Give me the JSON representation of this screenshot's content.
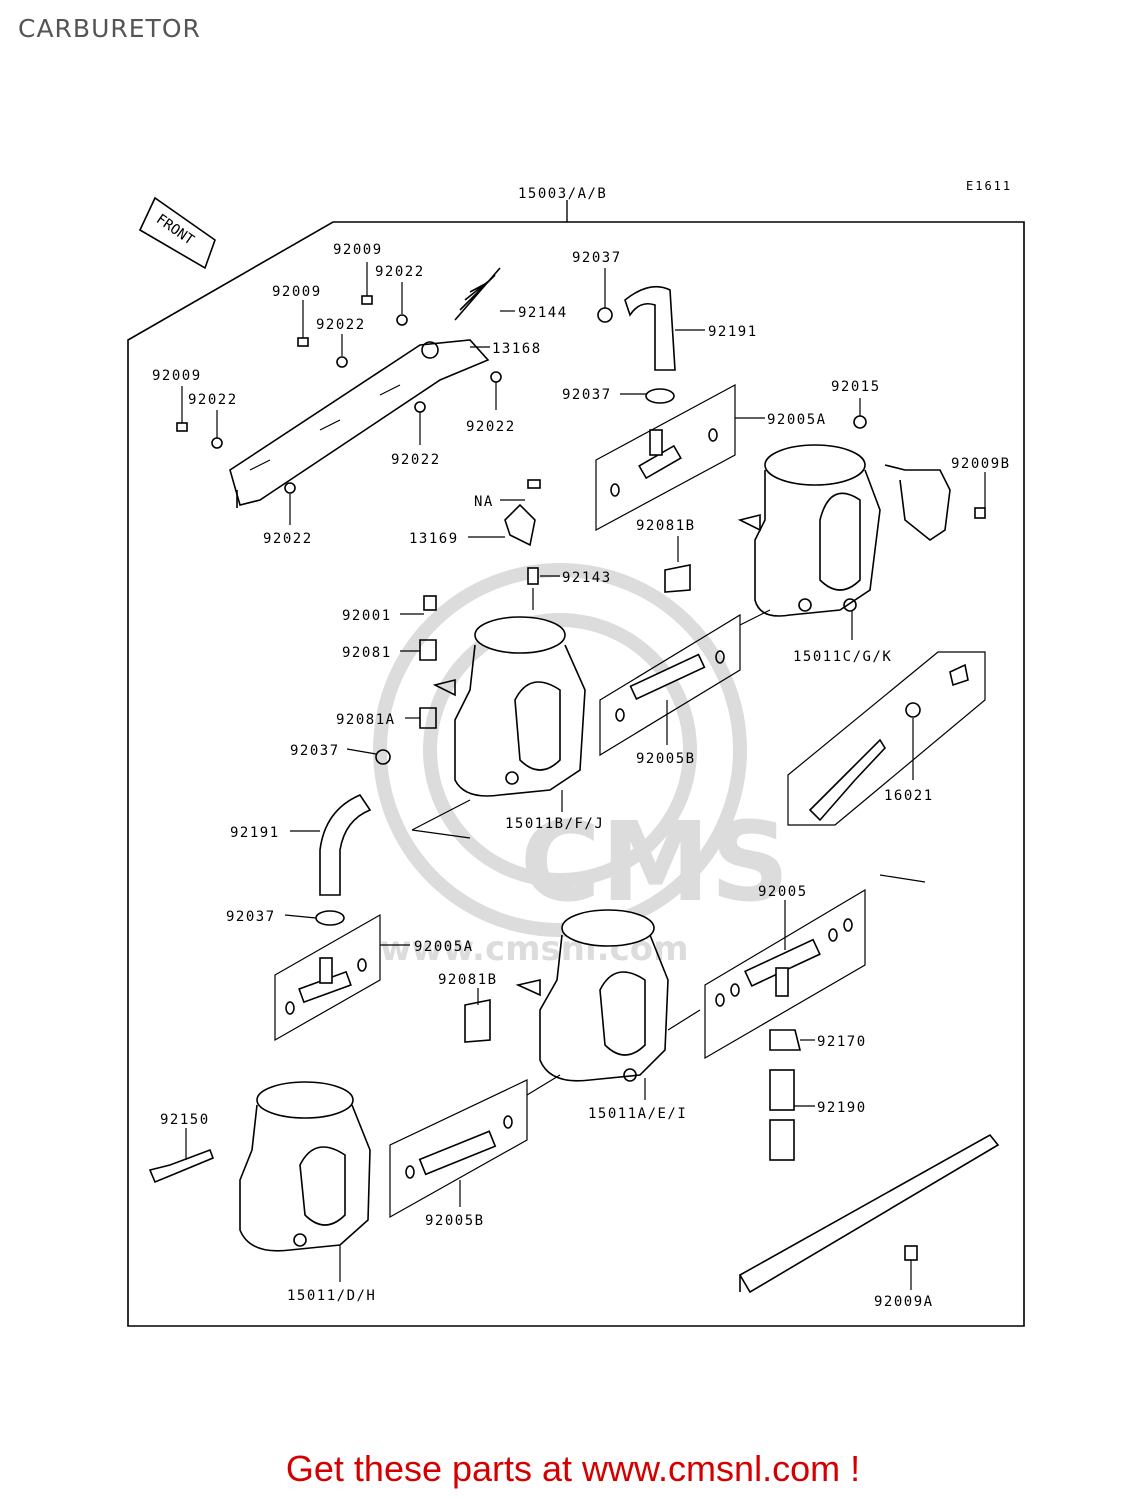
{
  "header": {
    "title": "CARBURETOR"
  },
  "diagram": {
    "code": "E1611",
    "front_label": "FRONT",
    "watermark": {
      "text": "CMS",
      "url_text": "www.cmsnl.com"
    },
    "callouts": [
      "15003/A/B",
      "92009",
      "92022",
      "92009",
      "92022",
      "92144",
      "92037",
      "92191",
      "13168",
      "92009",
      "92022",
      "92022",
      "92022",
      "92022",
      "92037",
      "92005A",
      "92015",
      "92009B",
      "NA",
      "13169",
      "92081B",
      "92143",
      "92001",
      "92081",
      "15011C/G/K",
      "92081A",
      "92005B",
      "92037",
      "16021",
      "92191",
      "15011B/F/J",
      "92005",
      "92037",
      "92005A",
      "92081B",
      "92170",
      "92190",
      "92150",
      "15011A/E/I",
      "92005B",
      "15011/D/H",
      "92009A"
    ]
  },
  "footer": {
    "cta": "Get these parts at www.cmsnl.com !",
    "cta_color": "#d40000"
  }
}
